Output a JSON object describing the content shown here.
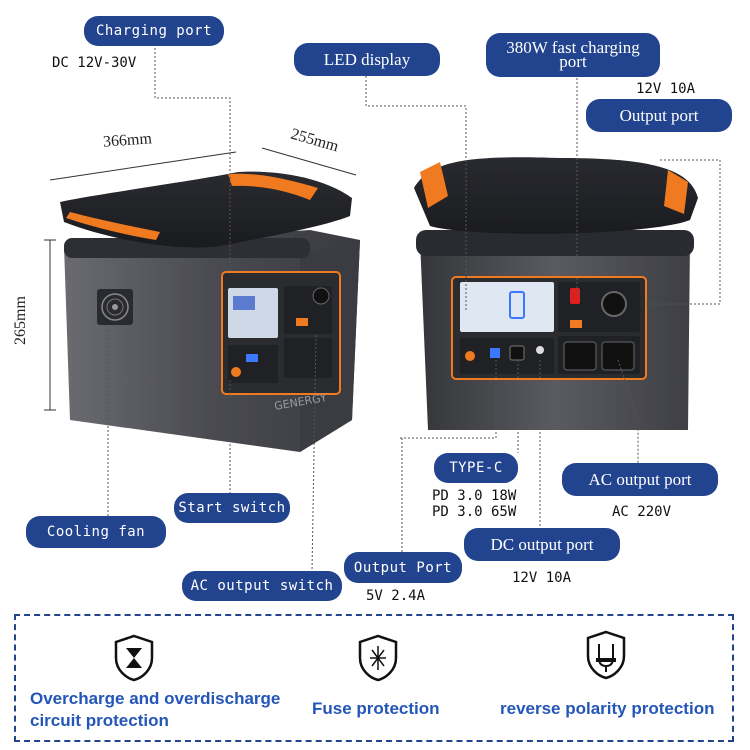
{
  "callouts": {
    "charging_port": "Charging port",
    "led_display": "LED display",
    "fast_charging_port": "380W fast charging port",
    "output_port_top": "Output port",
    "cooling_fan": "Cooling fan",
    "start_switch": "Start switch",
    "ac_output_switch": "AC output switch",
    "type_c": "TYPE-C",
    "output_port_bottom": "Output Port",
    "dc_output_port": "DC output port",
    "ac_output_port": "AC output port"
  },
  "specs": {
    "charging_port": "DC 12V-30V",
    "output_port_top": "12V 10A",
    "type_c_line1": "PD 3.0 18W",
    "type_c_line2": "PD 3.0 65W",
    "output_port_bottom": "5V 2.4A",
    "dc_output_port": "12V 10A",
    "ac_output_port": "AC 220V"
  },
  "dimensions": {
    "length": "366mm",
    "width": "255mm",
    "height": "265mm"
  },
  "product": {
    "brand_text": "GENERGY"
  },
  "protections": [
    {
      "label": "Overcharge and overdischarge circuit protection",
      "icon": "shield-hourglass-icon"
    },
    {
      "label": "Fuse protection",
      "icon": "shield-fuse-icon"
    },
    {
      "label": "reverse polarity protection",
      "icon": "shield-plug-icon"
    }
  ],
  "colors": {
    "callout_bg": "#22438d",
    "protection_text": "#2456b8",
    "accent_orange": "#f07a20",
    "body_gray": "#4a4b50"
  }
}
